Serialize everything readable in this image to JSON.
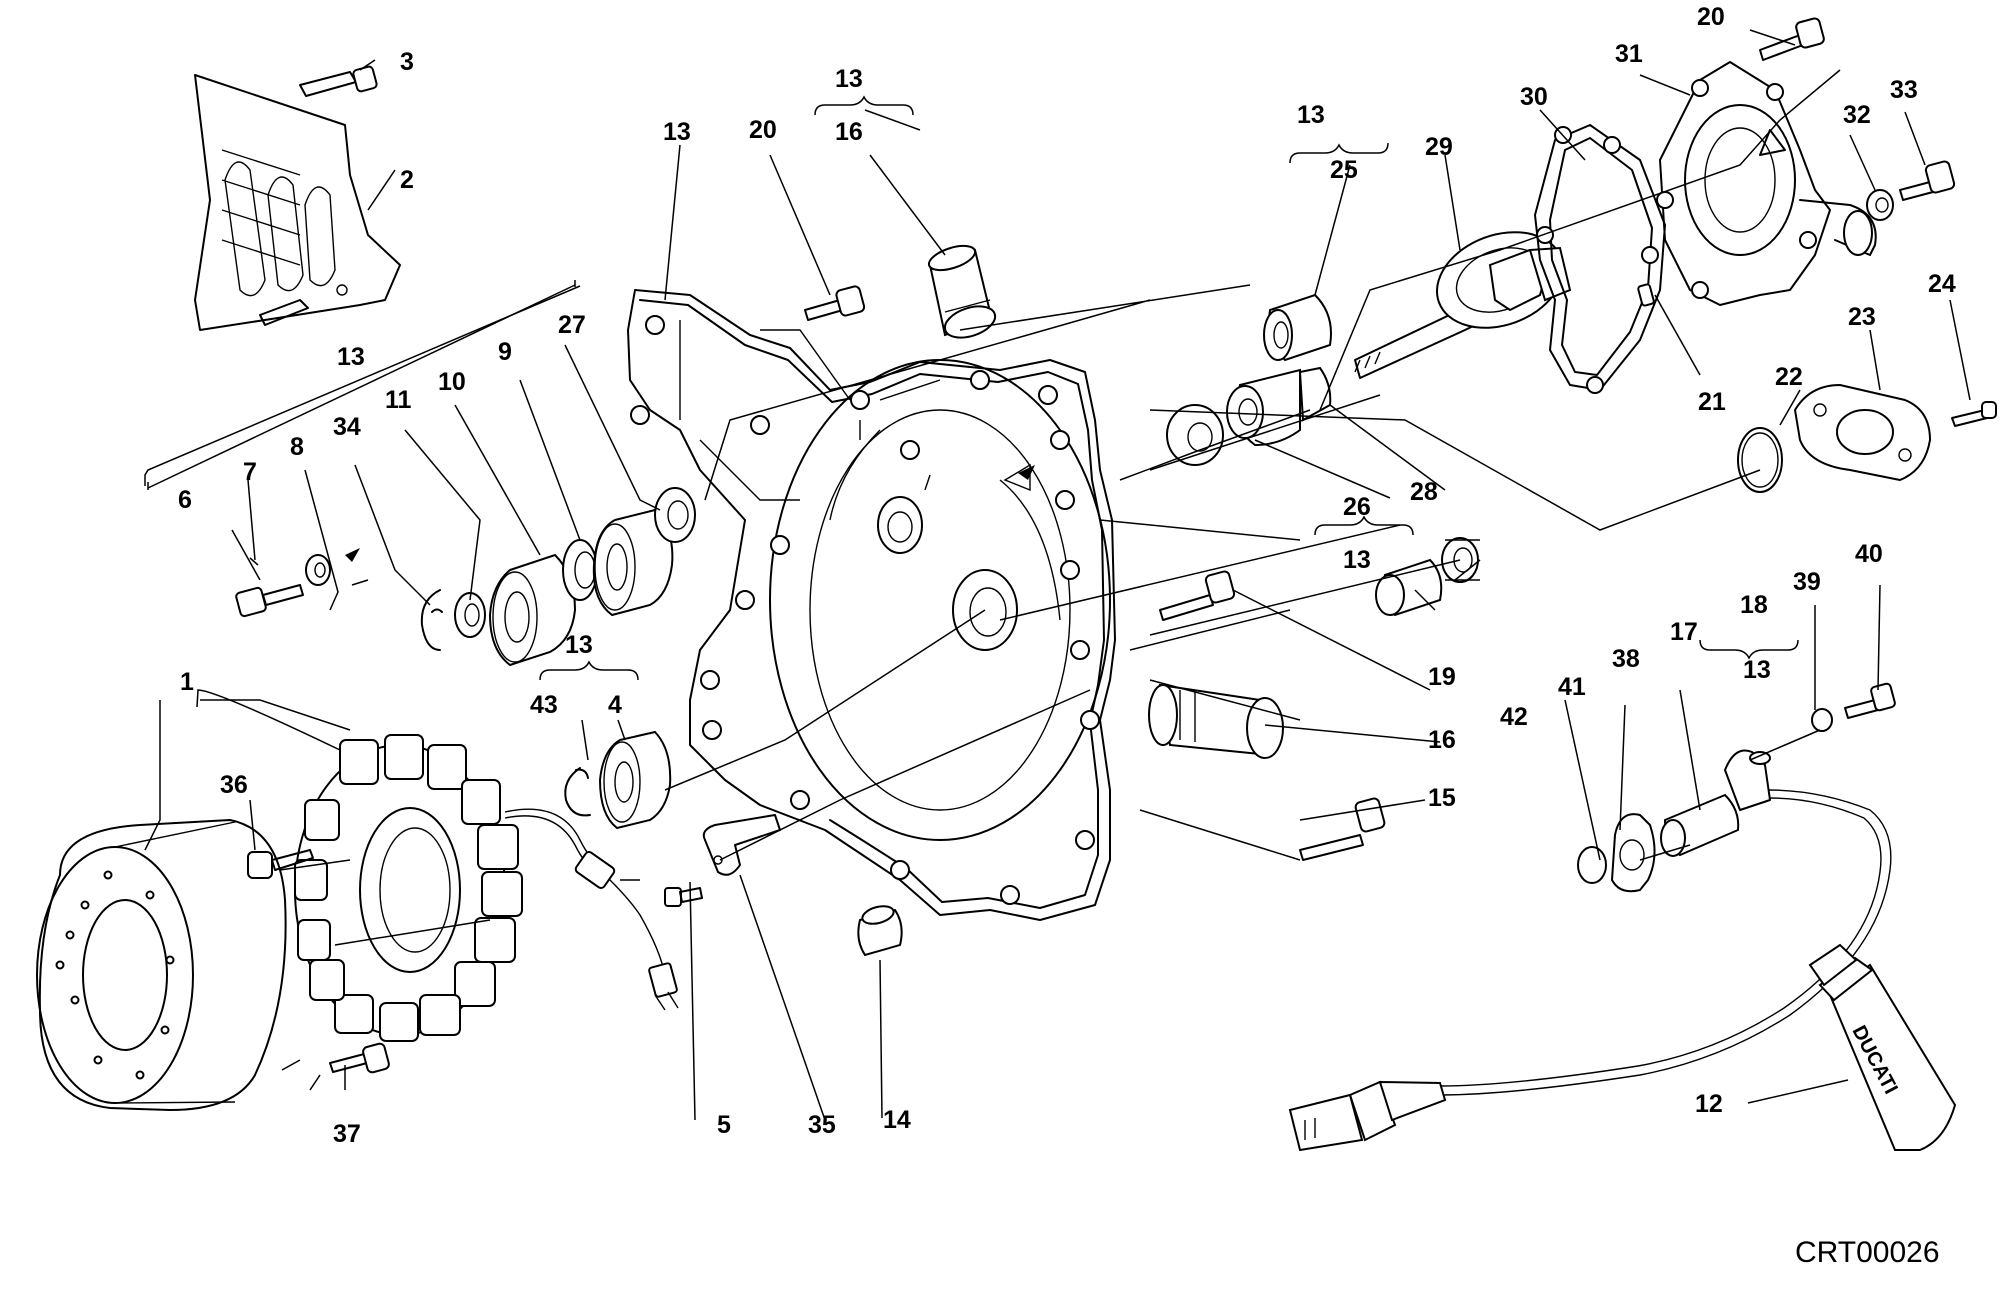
{
  "diagram": {
    "code": "CRT00026",
    "tube_brand": "DUCATI",
    "labels": {
      "l1": "1",
      "l2": "2",
      "l3": "3",
      "l4": "4",
      "l5": "5",
      "l6": "6",
      "l7": "7",
      "l8": "8",
      "l9": "9",
      "l10": "10",
      "l11": "11",
      "l12": "12",
      "l13a": "13",
      "l13b": "13",
      "l13c": "13",
      "l13d": "13",
      "l13e": "13",
      "l13f": "13",
      "l13g": "13",
      "l14": "14",
      "l15": "15",
      "l16a": "16",
      "l16b": "16",
      "l17": "17",
      "l18": "18",
      "l19": "19",
      "l20a": "20",
      "l20b": "20",
      "l21": "21",
      "l22": "22",
      "l23": "23",
      "l24": "24",
      "l25": "25",
      "l26": "26",
      "l27": "27",
      "l28": "28",
      "l29": "29",
      "l30": "30",
      "l31": "31",
      "l32": "32",
      "l33": "33",
      "l34": "34",
      "l35": "35",
      "l36": "36",
      "l37": "37",
      "l38": "38",
      "l39": "39",
      "l40": "40",
      "l41": "41",
      "l42": "42",
      "l43": "43"
    }
  }
}
